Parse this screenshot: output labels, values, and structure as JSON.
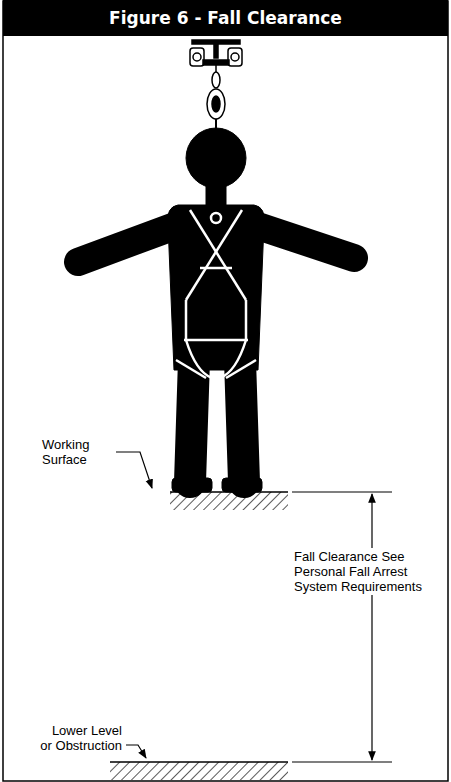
{
  "diagram": {
    "title": "Figure 6 - Fall Clearance",
    "labels": [
      "Working Surface",
      "Fall Clearance See Personal Fall Arrest System Requirements",
      "Lower Level or Obstruction"
    ]
  }
}
